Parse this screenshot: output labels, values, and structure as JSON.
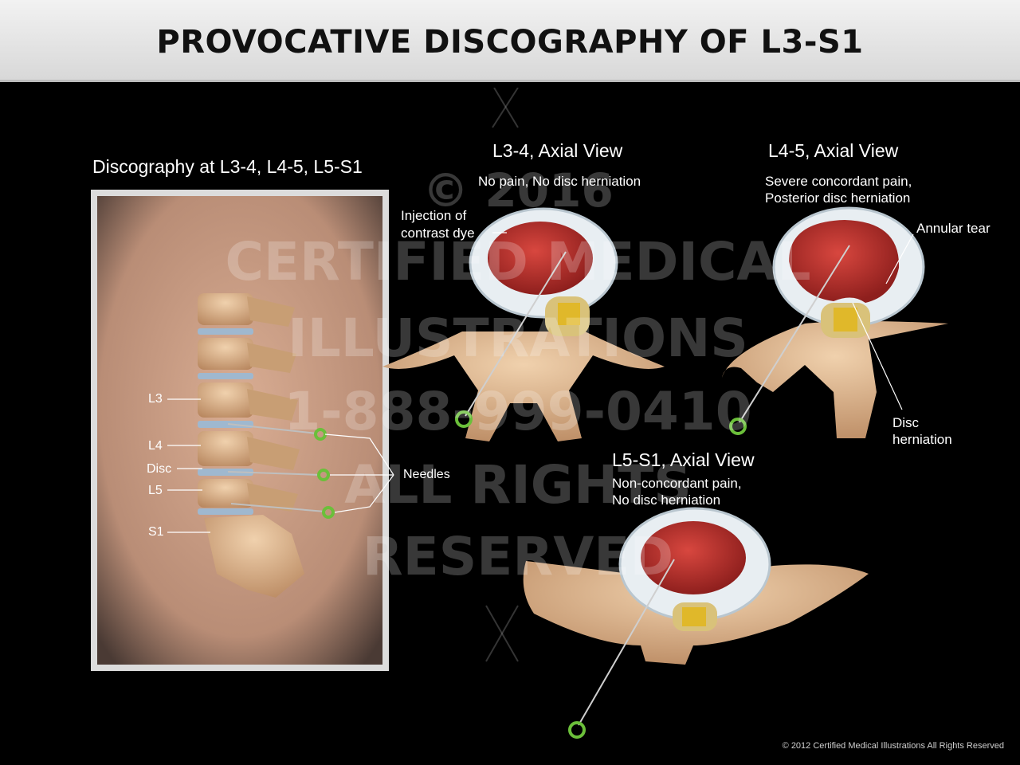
{
  "title": "PROVOCATIVE DISCOGRAPHY OF L3-S1",
  "lateral": {
    "heading": "Discography at L3-4, L4-5, L5-S1",
    "levels": [
      "L3",
      "L4",
      "Disc",
      "L5",
      "S1"
    ],
    "needles_label": "Needles"
  },
  "views": [
    {
      "heading": "L3-4, Axial View",
      "note": "No pain, No disc herniation",
      "callouts": [
        "Injection of",
        "contrast dye"
      ]
    },
    {
      "heading": "L4-5, Axial View",
      "note": "Severe concordant pain,",
      "note2": "Posterior disc herniation",
      "callouts": [
        "Annular tear",
        "Disc",
        "herniation"
      ]
    },
    {
      "heading": "L5-S1, Axial View",
      "note": "Non-concordant pain,",
      "note2": "No disc herniation"
    }
  ],
  "watermark": [
    "© 2016",
    "CERTIFIED MEDICAL",
    "ILLUSTRATIONS",
    "1-888-999-0410",
    "ALL RIGHTS",
    "RESERVED"
  ],
  "copyright": "© 2012 Certified Medical Illustrations All Rights Reserved",
  "colors": {
    "bone": "#d9b48c",
    "disc_red": "#c0302c",
    "needle_hub": "#6bbf3a",
    "panel_skin": "#c99c83"
  }
}
